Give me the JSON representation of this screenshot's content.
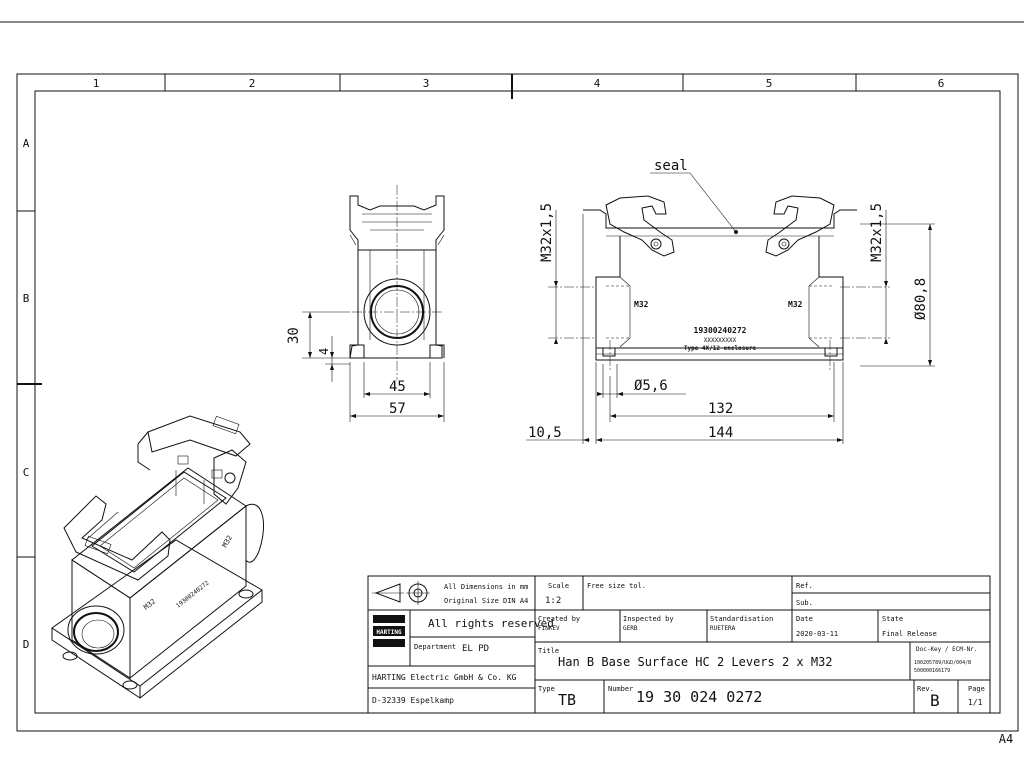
{
  "frame": {
    "columns": [
      "1",
      "2",
      "3",
      "4",
      "5",
      "6"
    ],
    "rows": [
      "A",
      "B",
      "C",
      "D"
    ],
    "sheet_size": "A4"
  },
  "dimensions": {
    "d30": "30",
    "d4": "4",
    "d45": "45",
    "d57": "57",
    "m32_left": "M32x1,5",
    "m32_right": "M32x1,5",
    "seal": "seal",
    "d80": "Ø80,8",
    "d56": "Ø5,6",
    "d132": "132",
    "d144": "144",
    "d105": "10,5"
  },
  "part_markings": {
    "m32_left": "M32",
    "m32_right": "M32",
    "part_no": "19300240272",
    "xxx": "XXXXXXXXX",
    "type": "Type 4X/12 enclosure"
  },
  "title_block": {
    "dims_note_1": "All Dimensions in mm",
    "dims_note_2": "Original Size DIN A4",
    "scale_label": "Scale",
    "scale_value": "1:2",
    "free_size": "Free size tol.",
    "ref_label": "Ref.",
    "sub_label": "Sub.",
    "rights": "All rights reserved",
    "logo_text": "HARTING",
    "created_label": "Created by",
    "created_value": "FINKEV",
    "inspected_label": "Inspected by",
    "inspected_value": "GERB",
    "standard_label": "Standardisation",
    "standard_value": "RUETERA",
    "date_label": "Date",
    "date_value": "2020-03-11",
    "state_label": "State",
    "state_value": "Final Release",
    "department_label": "Department",
    "department_value": "EL PD",
    "title_label": "Title",
    "title_value": "Han B Base Surface HC 2 Levers 2 x M32",
    "dockey_label": "Doc-Key / ECM-Nr.",
    "dockey_1": "100205789/UGD/004/B",
    "dockey_2": "500000166179",
    "company_1": "HARTING Electric GmbH & Co. KG",
    "company_2": "D-32339 Espelkamp",
    "type_label": "Type",
    "type_value": "TB",
    "number_label": "Number",
    "number_value": "19 30 024 0272",
    "rev_label": "Rev.",
    "rev_value": "B",
    "page_label": "Page",
    "page_value": "1/1"
  }
}
